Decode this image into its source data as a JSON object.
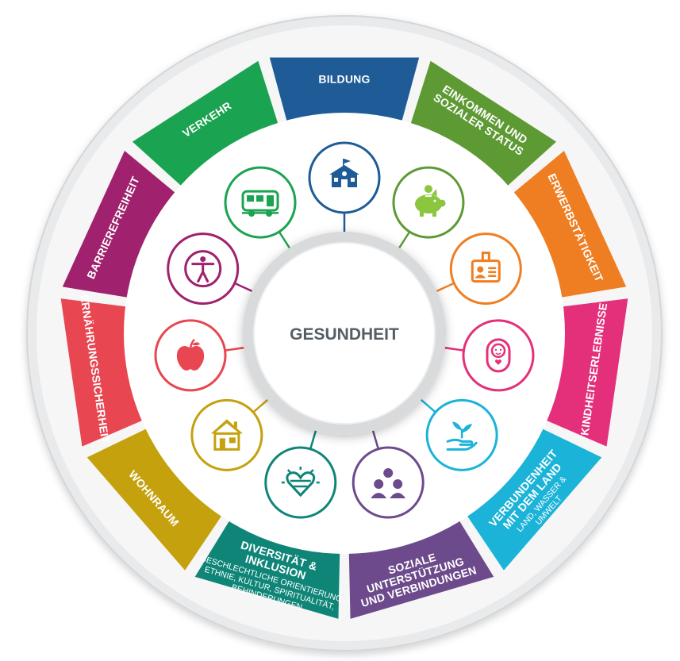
{
  "center": {
    "label": "GESUNDHEIT"
  },
  "colors": {
    "rim": "#e9eaeb",
    "hub": "#d8dadc",
    "hub_text": "#555d63",
    "white": "#ffffff"
  },
  "segments": [
    {
      "id": "bildung",
      "lines": [
        "BILDUNG"
      ],
      "color": "#1f5b97",
      "icon": "school-icon"
    },
    {
      "id": "einkommen",
      "lines": [
        "EINKOMMEN UND",
        "SOZIALER STATUS"
      ],
      "color": "#5e9a34",
      "icon": "piggy-bank-icon"
    },
    {
      "id": "erwerbstaetigkeit",
      "lines": [
        "ERWERBSTÄTIGKEIT"
      ],
      "color": "#ef7e22",
      "icon": "id-badge-icon"
    },
    {
      "id": "kindheit",
      "lines": [
        "KINDHEITSERLEBNISSE"
      ],
      "color": "#e4307b",
      "icon": "baby-icon"
    },
    {
      "id": "verbundenheit",
      "lines": [
        "VERBUNDENHEIT",
        "MIT DEM LAND"
      ],
      "sub": [
        "LAND, WASSER &",
        "UMWELT"
      ],
      "color": "#1bb3d8",
      "icon": "hand-sprout-icon"
    },
    {
      "id": "soziale",
      "lines": [
        "SOZIALE",
        "UNTERSTÜTZUNG",
        "UND VERBINDUNGEN"
      ],
      "color": "#6c4a8b",
      "icon": "community-icon"
    },
    {
      "id": "diversitaet",
      "lines": [
        "DIVERSITÄT &",
        "INKLUSION"
      ],
      "sub": [
        "GESCHLECHTLICHE ORIENTIERUNG,",
        "ETHNIE, KULTUR, SPIRITUALITÄT,",
        "BEHINDERUNGEN"
      ],
      "color": "#0f8578",
      "icon": "heart-icon"
    },
    {
      "id": "wohnraum",
      "lines": [
        "WOHNRAUM"
      ],
      "color": "#c4a10d",
      "icon": "house-icon"
    },
    {
      "id": "ernaehrung",
      "lines": [
        "ERNÄHRUNGSSICHERHEIT"
      ],
      "color": "#e84650",
      "icon": "apple-icon"
    },
    {
      "id": "barriere",
      "lines": [
        "BARRIEREFREIHEIT"
      ],
      "color": "#a0216d",
      "icon": "accessibility-icon"
    },
    {
      "id": "verkehr",
      "lines": [
        "VERKEHR"
      ],
      "color": "#1aa350",
      "icon": "bus-icon"
    }
  ]
}
